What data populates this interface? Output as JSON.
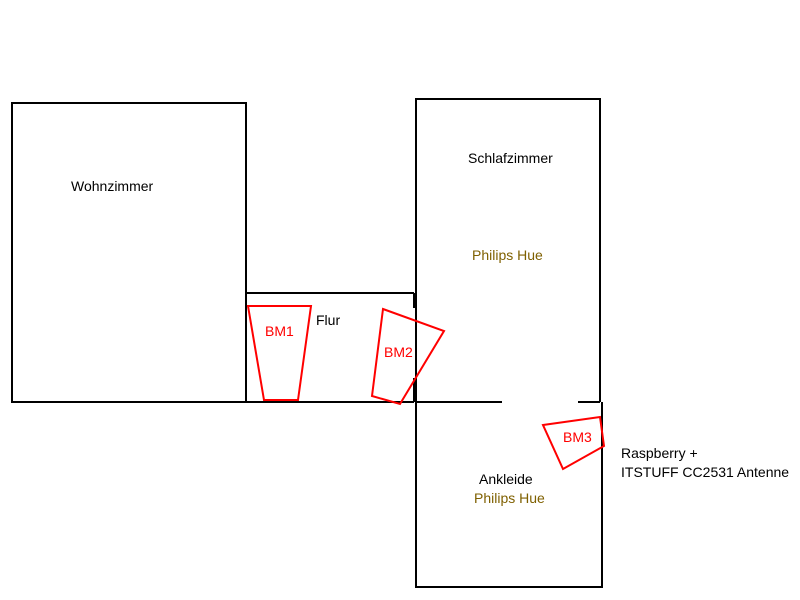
{
  "colors": {
    "walls": "#000000",
    "sensors": "#ff0000",
    "lights": "#7f6000",
    "background": "#ffffff"
  },
  "rooms": {
    "wohnzimmer": "Wohnzimmer",
    "flur": "Flur",
    "schlafzimmer": "Schlafzimmer",
    "ankleide": "Ankleide"
  },
  "lights": {
    "schlafzimmer": "Philips Hue",
    "ankleide": "Philips Hue"
  },
  "sensors": {
    "bm1": "BM1",
    "bm2": "BM2",
    "bm3": "BM3"
  },
  "gateway": {
    "line1": "Raspberry +",
    "line2": "ITSTUFF CC2531 Antenne"
  }
}
